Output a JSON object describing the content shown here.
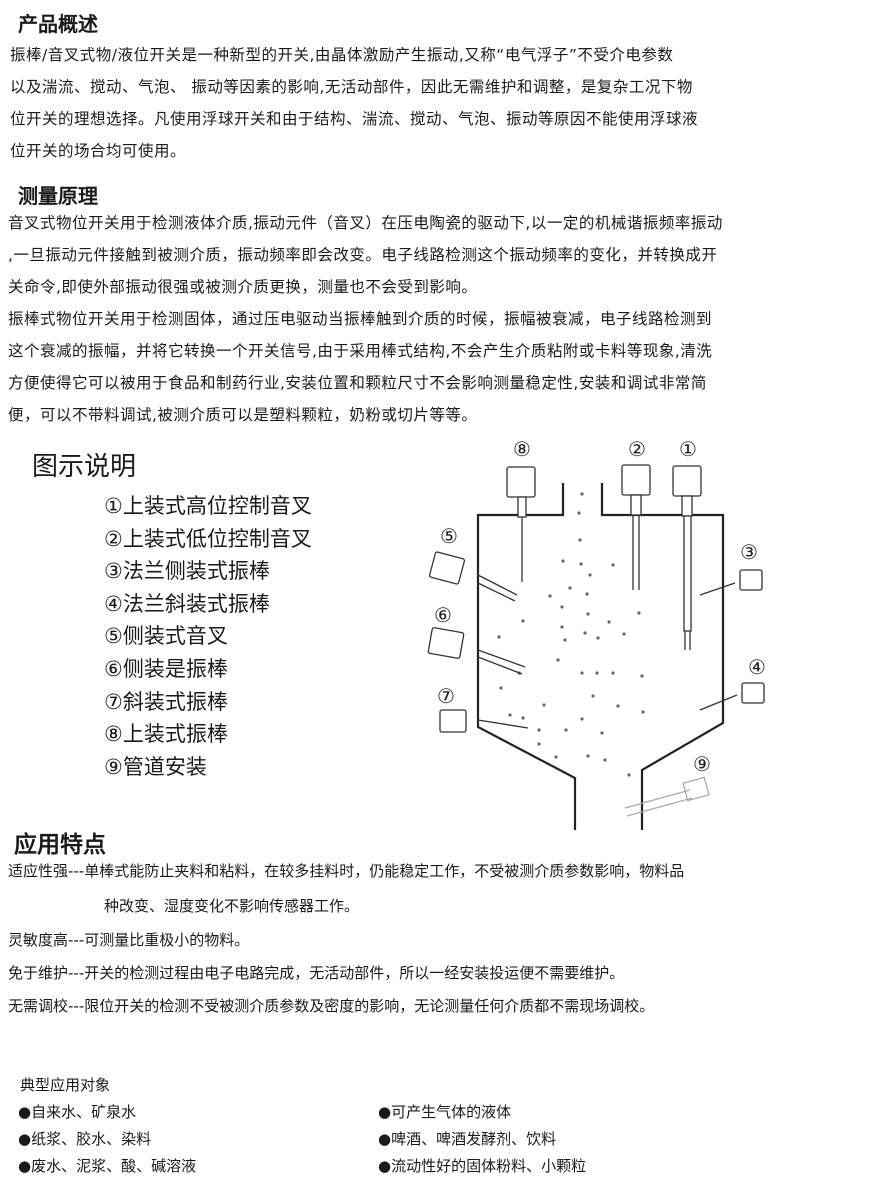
{
  "overview": {
    "title": "产品概述",
    "lines": [
      "振棒/音叉式物/液位开关是一种新型的开关,由晶体激励产生振动,又称“电气浮子”不受介电参数",
      "以及湍流、搅动、气泡、 振动等因素的影响,无活动部件，因此无需维护和调整，是复杂工况下物",
      "位开关的理想选择。凡使用浮球开关和由于结构、湍流、搅动、气泡、振动等原因不能使用浮球液",
      "位开关的场合均可使用。"
    ]
  },
  "principle": {
    "title": "测量原理",
    "lines": [
      "音叉式物位开关用于检测液体介质,振动元件（音叉）在压电陶瓷的驱动下,以一定的机械谐振频率振动",
      ",一旦振动元件接触到被测介质，振动频率即会改变。电子线路检测这个振动频率的变化，并转换成开",
      "关命令,即使外部振动很强或被测介质更换，测量也不会受到影响。",
      "振棒式物位开关用于检测固体，通过压电驱动当振棒触到介质的时候，振幅被衰减，电子线路检测到",
      "这个衰减的振幅，并将它转换一个开关信号,由于采用棒式结构,不会产生介质粘附或卡料等现象,清洗",
      "方便使得它可以被用于食品和制药行业,安装位置和颗粒尺寸不会影响测量稳定性,安装和调试非常简",
      "便，可以不带料调试,被测介质可以是塑料颗粒，奶粉或切片等等。"
    ]
  },
  "legend": {
    "title": "图示说明",
    "items": [
      "①上装式高位控制音叉",
      "②上装式低位控制音叉",
      "③法兰侧装式振棒",
      "④法兰斜装式振棒",
      "⑤侧装式音叉",
      "⑥侧装是振棒",
      "⑦斜装式振棒",
      "⑧上装式振棒",
      "⑨管道安装"
    ]
  },
  "diagram": {
    "labels": [
      "⑧",
      "②",
      "①",
      "⑤",
      "③",
      "⑥",
      "④",
      "⑦",
      "⑨"
    ]
  },
  "features": {
    "title": "应用特点",
    "lines": [
      "适应性强---单棒式能防止夹料和粘料，在较多挂料时，仍能稳定工作，不受被测介质参数影响，物料品",
      "种改变、湿度变化不影响传感器工作。",
      "灵敏度高---可测量比重极小的物料。",
      "免于维护---开关的检测过程由电子电路完成，无活动部件，所以一经安装投运便不需要维护。",
      "无需调校---限位开关的检测不受被测介质参数及密度的影响，无论测量任何介质都不需现场调校。"
    ]
  },
  "applications": {
    "title": "典型应用对象",
    "left": [
      "●自来水、矿泉水",
      "●纸浆、胶水、染料",
      "●废水、泥浆、酸、碱溶液"
    ],
    "right": [
      "●可产生气体的液体",
      "●啤酒、啤酒发酵剂、饮料",
      "●流动性好的固体粉料、小颗粒"
    ]
  }
}
